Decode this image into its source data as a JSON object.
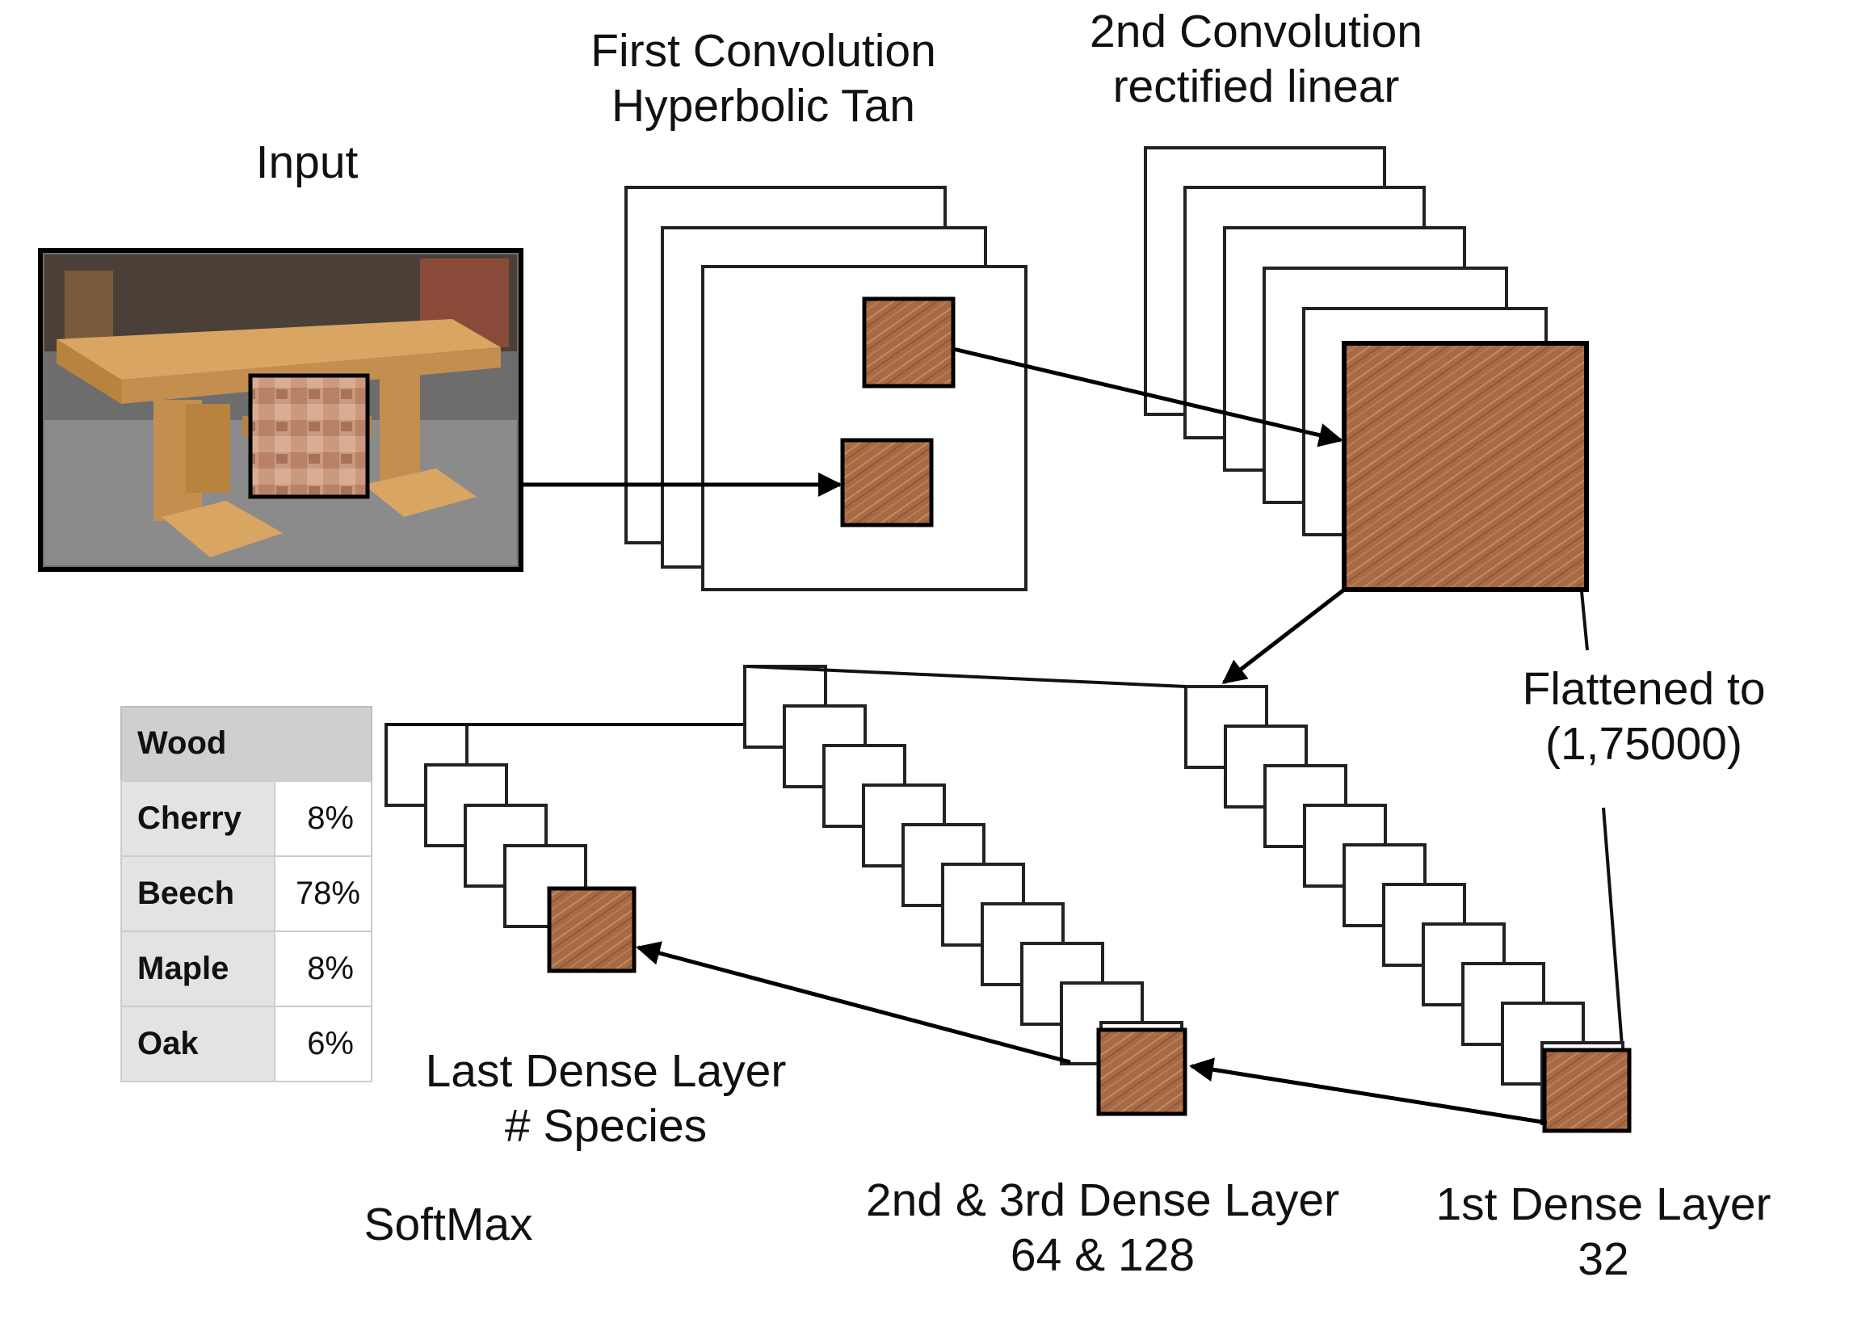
{
  "labels": {
    "input": "Input",
    "conv1": [
      "First Convolution",
      "Hyperbolic Tan"
    ],
    "conv2": [
      "2nd Convolution",
      "rectified linear"
    ],
    "flatten": [
      "Flattened to",
      "(1,75000)"
    ],
    "dense1": [
      "1st Dense Layer",
      "32"
    ],
    "dense23": [
      "2nd & 3rd Dense Layer",
      "64 & 128"
    ],
    "last": [
      "Last Dense Layer",
      "# Species"
    ],
    "softmax": "SoftMax"
  },
  "table": {
    "header": "Wood",
    "rows": [
      {
        "species": "Cherry",
        "value": "8%"
      },
      {
        "species": "Beech",
        "value": "78%"
      },
      {
        "species": "Maple",
        "value": "8%"
      },
      {
        "species": "Oak",
        "value": "6%"
      }
    ]
  },
  "colors": {
    "wood": "#a86a45",
    "wood_dark": "#8a5334",
    "table_shade": "#dddddd",
    "table_header": "#cfcfcf"
  }
}
